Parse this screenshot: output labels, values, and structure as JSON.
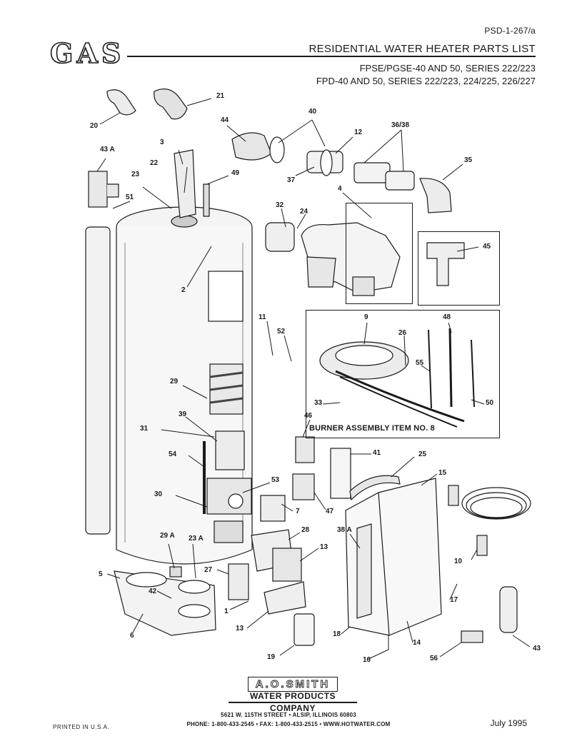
{
  "header": {
    "doc_code": "PSD-1-267/a",
    "logo_text": "GAS",
    "title": "RESIDENTIAL WATER HEATER PARTS LIST",
    "subtitle_1": "FPSE/PGSE-40 AND 50, SERIES 222/223",
    "subtitle_2": "FPD-40 AND 50, SERIES 222/223, 224/225, 226/227"
  },
  "diagram": {
    "burner_caption": "BURNER ASSEMBLY ITEM NO. 8",
    "callouts": [
      "20",
      "21",
      "44",
      "40",
      "12",
      "36/38",
      "35",
      "43 A",
      "3",
      "22",
      "23",
      "49",
      "51",
      "37",
      "4",
      "32",
      "24",
      "45",
      "2",
      "9",
      "48",
      "11",
      "52",
      "26",
      "55",
      "29",
      "33",
      "50",
      "39",
      "46",
      "31",
      "54",
      "41",
      "25",
      "15",
      "53",
      "30",
      "47",
      "7",
      "28",
      "38 A",
      "13",
      "29 A",
      "23 A",
      "27",
      "5",
      "42",
      "1",
      "6",
      "13",
      "10",
      "17",
      "19",
      "18",
      "16",
      "14",
      "56",
      "43"
    ]
  },
  "footer": {
    "brand_logo": "A.O.SMITH",
    "brand_line_1": "WATER PRODUCTS",
    "brand_line_2": "COMPANY",
    "address": "5621 W. 115TH STREET  •  ALSIP, ILLINOIS 60803",
    "contact": "PHONE: 1-800-433-2545  •  FAX: 1-800-433-2515  •  WWW.HOTWATER.COM",
    "printed": "PRINTED IN U.S.A.",
    "date": "July 1995"
  }
}
